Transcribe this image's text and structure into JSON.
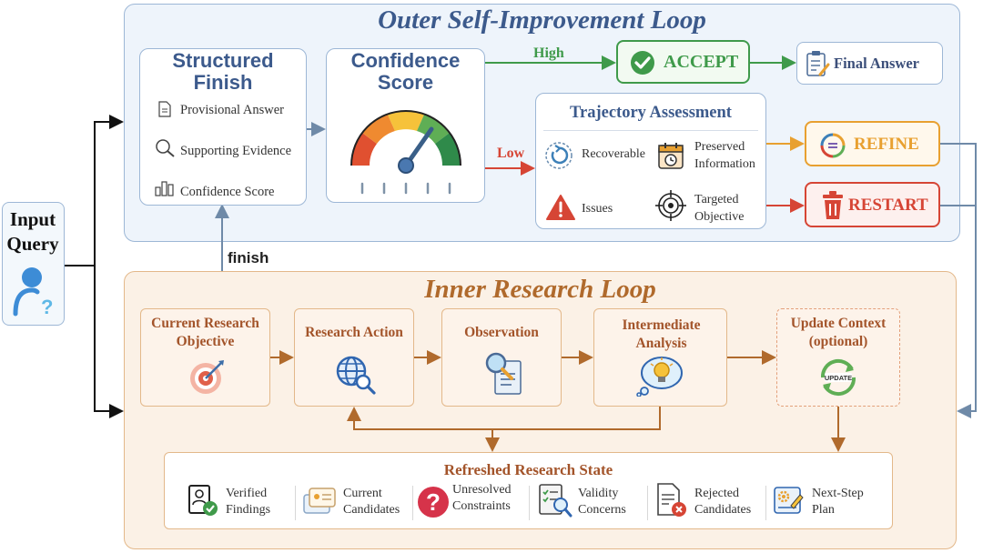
{
  "input": {
    "label": "Input Query"
  },
  "outer": {
    "title": "Outer Self-Improvement Loop",
    "structured_finish": {
      "title": "Structured Finish",
      "items": [
        "Provisional Answer",
        "Supporting Evidence",
        "Confidence Score"
      ]
    },
    "confidence": {
      "title": "Confidence Score"
    },
    "high_label": "High",
    "low_label": "Low",
    "accept_label": "ACCEPT",
    "final_answer": "Final Answer",
    "trajectory": {
      "title": "Trajectory Assessment",
      "recoverable": "Recoverable",
      "preserved": "Preserved Information",
      "issues": "Issues",
      "targeted": "Targeted Objective"
    },
    "refine_label": "REFINE",
    "restart_label": "RESTART"
  },
  "finish_label": "finish",
  "inner": {
    "title": "Inner Research Loop",
    "steps": [
      "Current Research Objective",
      "Research Action",
      "Observation",
      "Intermediate Analysis",
      "Update Context (optional)"
    ],
    "update_badge": "UPDATE",
    "state": {
      "title": "Refreshed Research State",
      "items": [
        "Verified Findings",
        "Current Candidates",
        "Unresolved Constraints",
        "Validity Concerns",
        "Rejected Candidates",
        "Next-Step Plan"
      ]
    }
  },
  "colors": {
    "outer_accent": "#3c5a8c",
    "inner_accent": "#b06a2c",
    "accept": "#3f9a4a",
    "refine": "#e8a030",
    "restart": "#d64535"
  }
}
